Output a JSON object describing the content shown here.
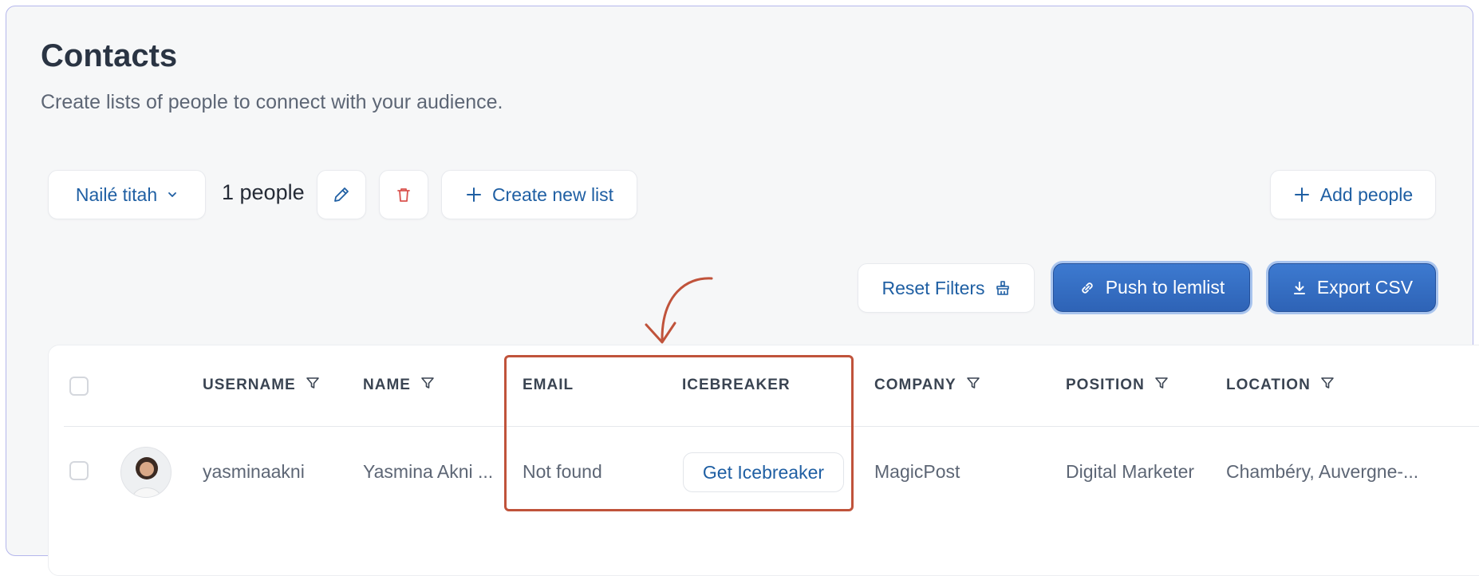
{
  "page": {
    "title": "Contacts",
    "subtitle": "Create lists of people to connect with your audience."
  },
  "toolbar": {
    "list_selector_label": "Nailé titah",
    "people_count": "1 people",
    "create_list_label": "Create new list",
    "add_people_label": "Add people",
    "reset_filters_label": "Reset Filters",
    "push_label": "Push to lemlist",
    "export_label": "Export CSV"
  },
  "table": {
    "columns": {
      "username": "USERNAME",
      "name": "NAME",
      "email": "EMAIL",
      "icebreaker": "ICEBREAKER",
      "company": "COMPANY",
      "position": "POSITION",
      "location": "LOCATION"
    },
    "rows": [
      {
        "username": "yasminaakni",
        "name": "Yasmina Akni ...",
        "email": "Not found",
        "icebreaker_action": "Get Icebreaker",
        "company": "MagicPost",
        "position": "Digital Marketer",
        "location": "Chambéry, Auvergne-..."
      }
    ]
  },
  "icons": {
    "list_selector": "chevron-down-icon",
    "edit": "pencil-icon",
    "delete": "trash-icon",
    "create": "plus-icon",
    "add": "plus-icon",
    "reset": "broom-icon",
    "push": "link-icon",
    "export": "download-icon",
    "filter": "filter-icon",
    "annotation": "curved-arrow-icon"
  },
  "colors": {
    "accent": "#1f5fa3",
    "primary_button": "#2e63b6",
    "delete": "#d9534f",
    "annotation": "#c0533b"
  }
}
